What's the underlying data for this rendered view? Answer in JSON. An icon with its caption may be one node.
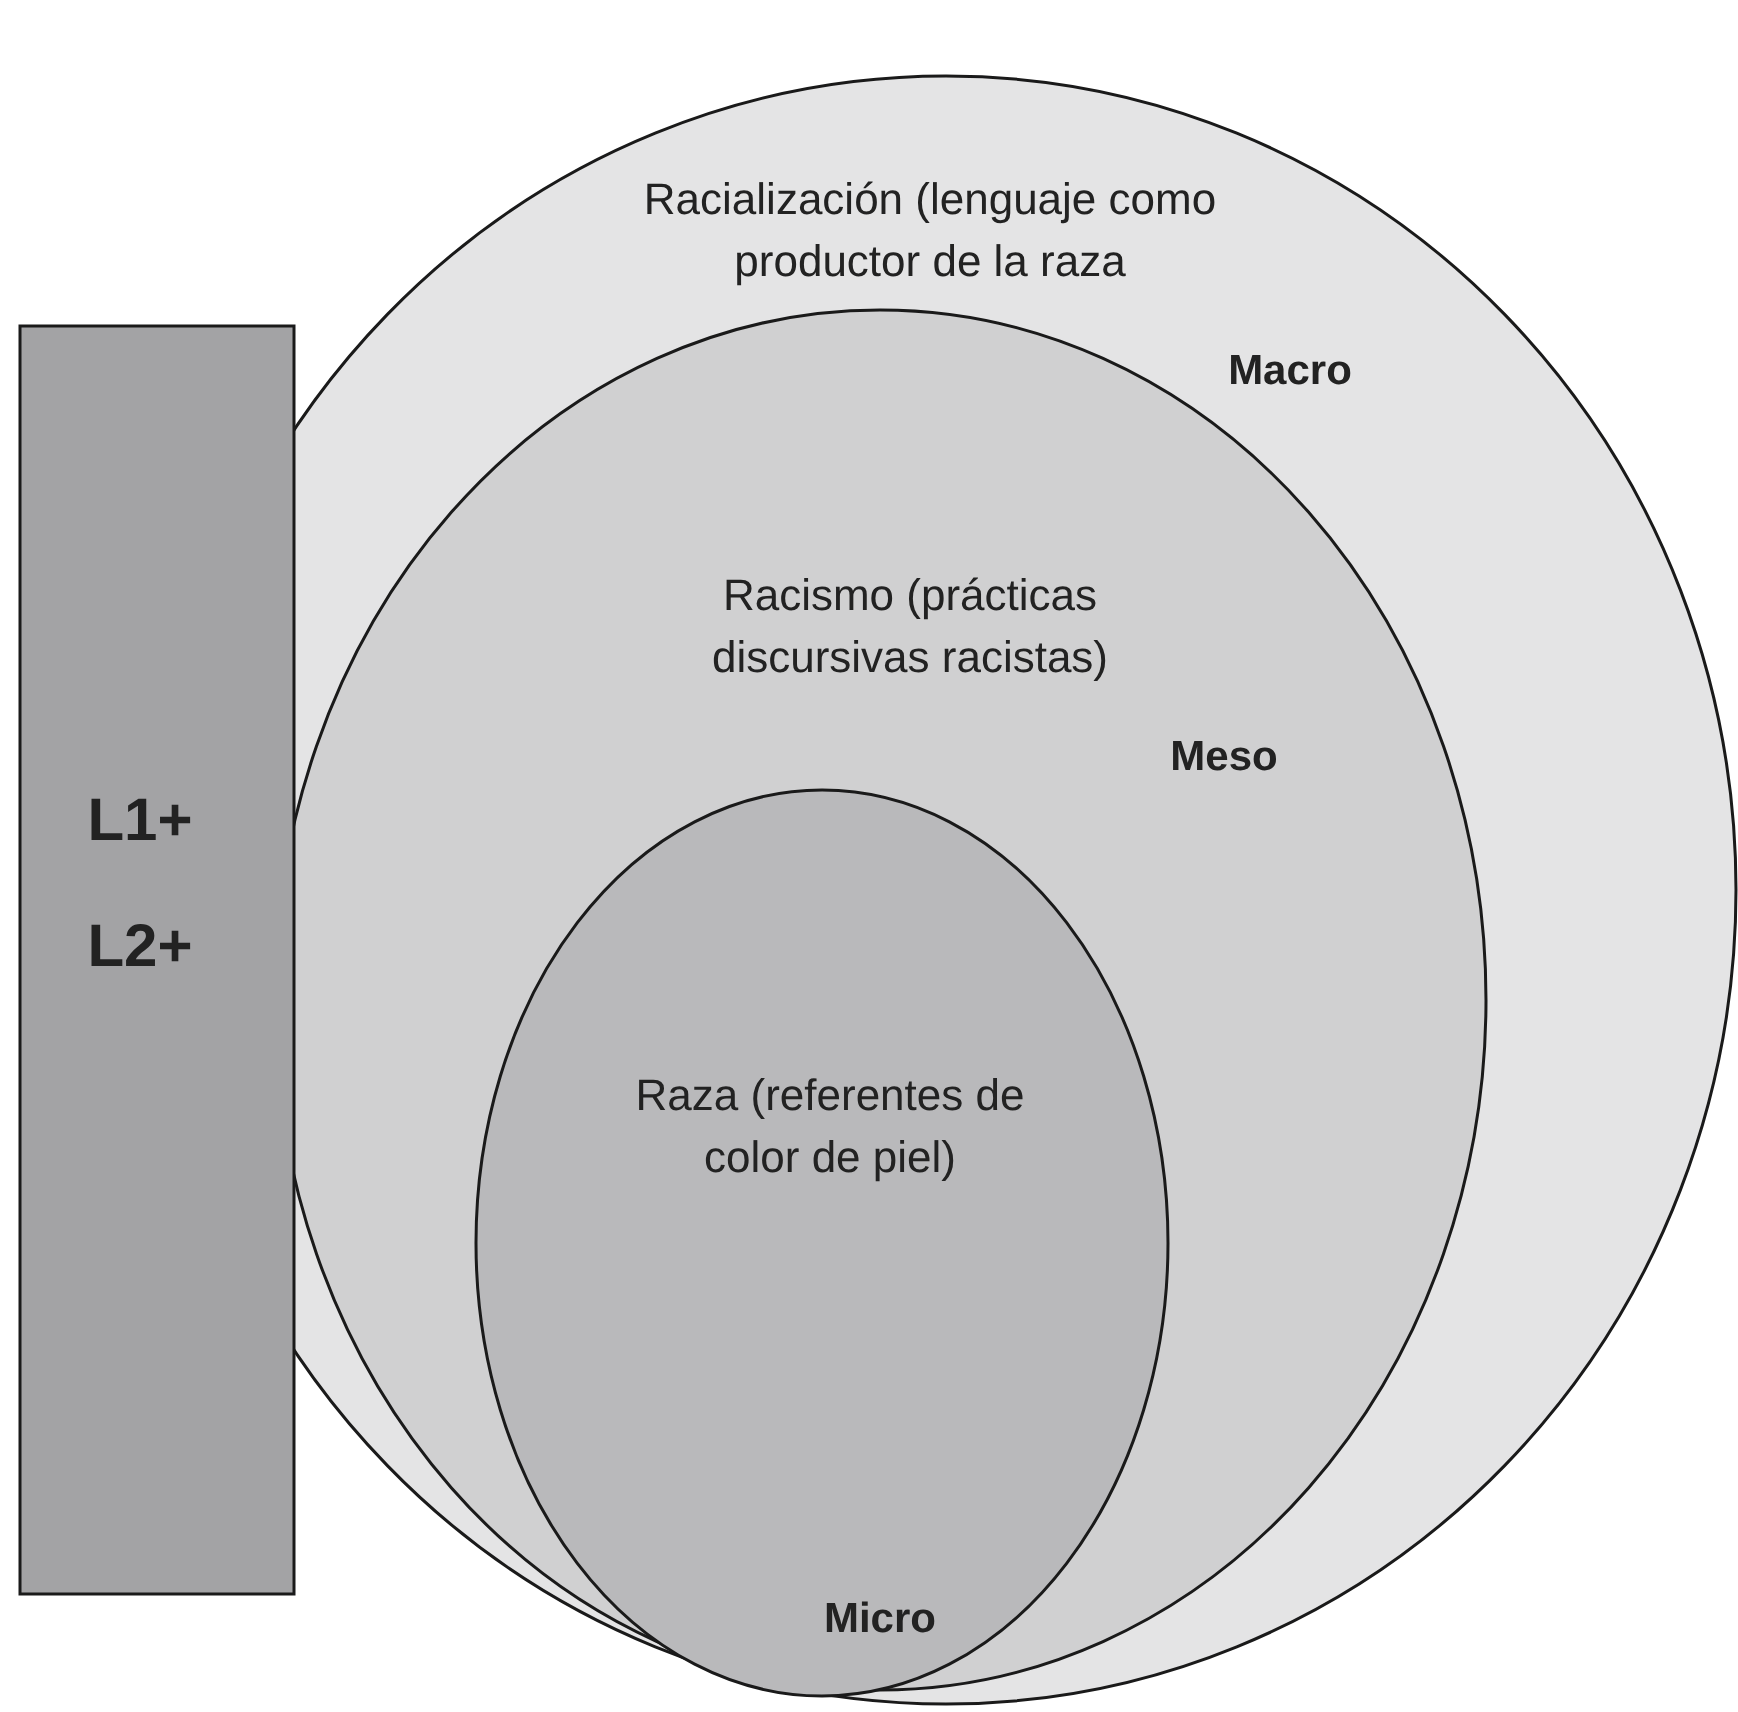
{
  "diagram": {
    "nodes": [
      {
        "text": [
          "Racialización (lenguaje como productor de la raza",
          "Macro"
        ]
      },
      {
        "text": [
          "Racismo (prácticas discursivas racistas)",
          "Meso"
        ],
        "in": 0
      },
      {
        "text": [
          "Raza (referentes de color de piel)",
          "Micro"
        ],
        "in": 1
      },
      {
        "text": [
          "L1+",
          "L2+"
        ]
      }
    ]
  }
}
